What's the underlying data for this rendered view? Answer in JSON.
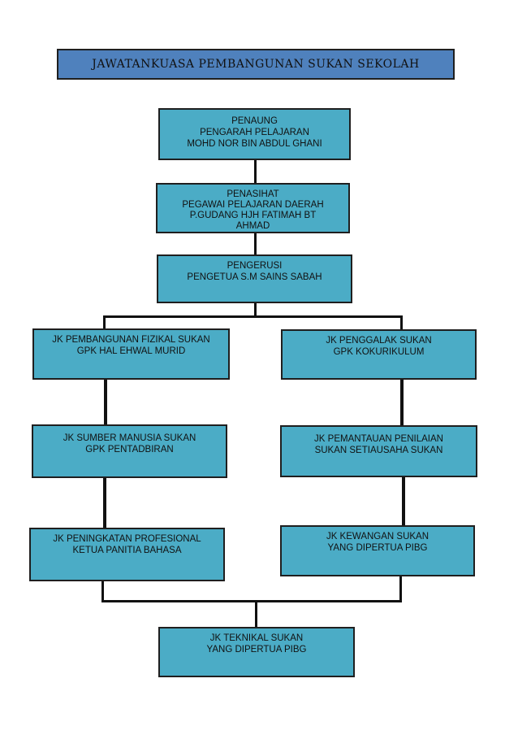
{
  "title": "JAWATANKUASA PEMBANGUNAN SUKAN SEKOLAH",
  "boxes": {
    "penaung": {
      "lines": [
        "PENAUNG",
        "PENGARAH PELAJARAN",
        "MOHD NOR BIN ABDUL GHANI"
      ]
    },
    "penasihat": {
      "lines": [
        "PENASIHAT",
        "PEGAWAI PELAJARAN DAERAH",
        "P.GUDANG HJH FATIMAH BT",
        "AHMAD"
      ]
    },
    "pengerusi": {
      "lines": [
        "PENGERUSI",
        "PENGETUA S.M SAINS SABAH"
      ]
    },
    "pembangunan_fizikal": {
      "lines": [
        "JK PEMBANGUNAN FIZIKAL SUKAN",
        "GPK HAL EHWAL MURID"
      ]
    },
    "penggalak": {
      "lines": [
        "JK PENGGALAK SUKAN",
        "GPK KOKURIKULUM"
      ]
    },
    "sumber_manusia": {
      "lines": [
        "JK SUMBER MANUSIA SUKAN",
        "GPK PENTADBIRAN"
      ]
    },
    "pemantauan": {
      "lines": [
        "JK PEMANTAUAN PENILAIAN",
        "SUKAN SETIAUSAHA SUKAN"
      ]
    },
    "peningkatan": {
      "lines": [
        "JK PENINGKATAN PROFESIONAL",
        "KETUA PANITIA BAHASA"
      ]
    },
    "kewangan": {
      "lines": [
        "JK KEWANGAN SUKAN",
        "YANG DIPERTUA PIBG"
      ]
    },
    "teknikal": {
      "lines": [
        "JK TEKNIKAL SUKAN",
        "YANG DIPERTUA PIBG"
      ]
    }
  },
  "colors": {
    "title_fill": "#4f81bd",
    "box_fill": "#4bacc6",
    "border": "#1f1f1f"
  }
}
